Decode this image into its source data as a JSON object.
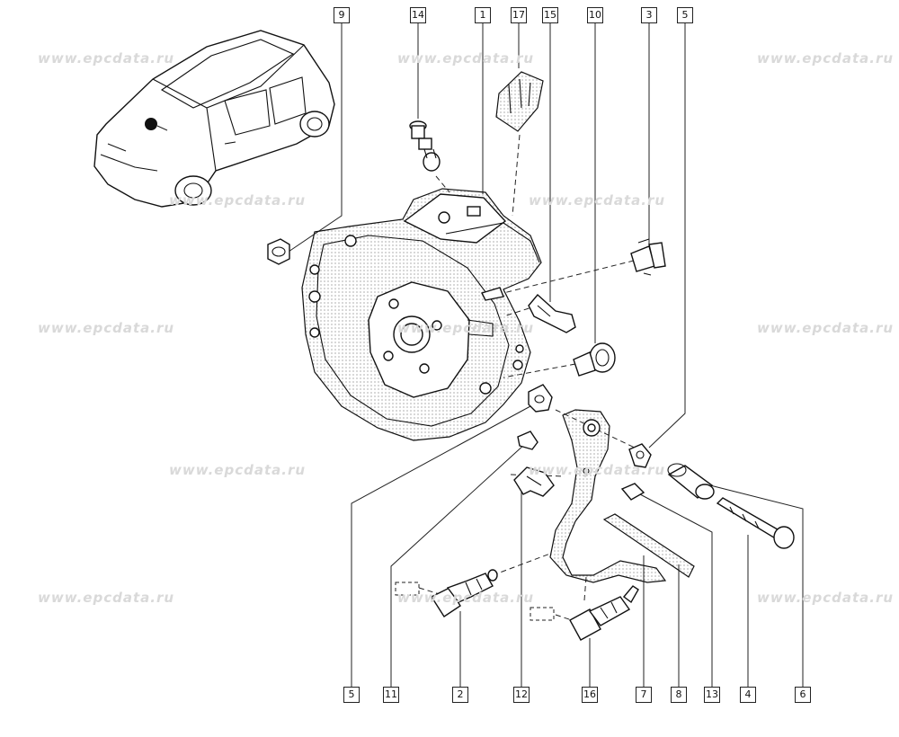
{
  "watermark": "www.epcdata.ru",
  "callouts": {
    "top": [
      "9",
      "14",
      "1",
      "17",
      "15",
      "10",
      "3",
      "5"
    ],
    "bottom": [
      "5",
      "11",
      "2",
      "12",
      "16",
      "7",
      "8",
      "13",
      "4",
      "6"
    ]
  },
  "colors": {
    "line": "#111111",
    "watermark": "#d9d9d9",
    "background": "#ffffff"
  }
}
